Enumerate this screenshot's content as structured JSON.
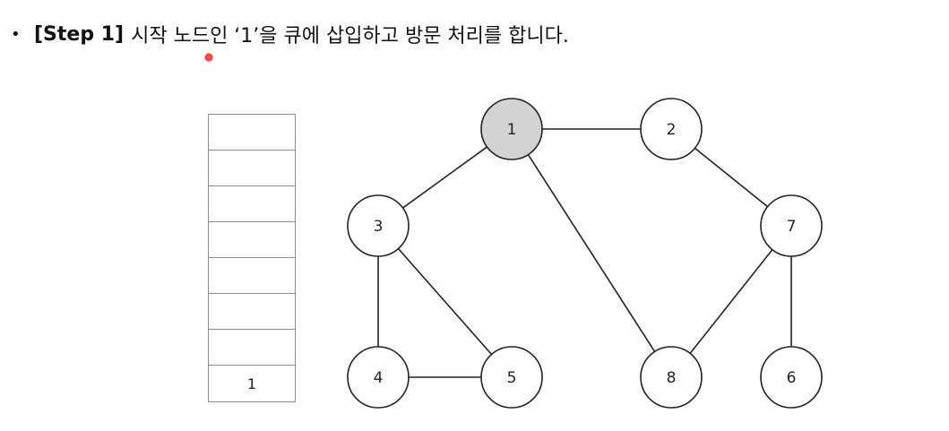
{
  "caption": {
    "bullet": "•",
    "step_tag": "[Step 1]",
    "text": "시작 노드인 ‘1’을 큐에 삽입하고 방문 처리를 합니다."
  },
  "queue": {
    "cells": [
      "",
      "",
      "",
      "",
      "",
      "",
      "",
      "1"
    ]
  },
  "graph": {
    "visited_fill": "#d3d3d3",
    "unvisited_fill": "#ffffff",
    "stroke_color": "#222222",
    "nodes": [
      {
        "id": "1",
        "label": "1",
        "visited": true
      },
      {
        "id": "2",
        "label": "2",
        "visited": false
      },
      {
        "id": "3",
        "label": "3",
        "visited": false
      },
      {
        "id": "4",
        "label": "4",
        "visited": false
      },
      {
        "id": "5",
        "label": "5",
        "visited": false
      },
      {
        "id": "6",
        "label": "6",
        "visited": false
      },
      {
        "id": "7",
        "label": "7",
        "visited": false
      },
      {
        "id": "8",
        "label": "8",
        "visited": false
      }
    ],
    "edges": [
      [
        "1",
        "2"
      ],
      [
        "1",
        "3"
      ],
      [
        "1",
        "8"
      ],
      [
        "2",
        "7"
      ],
      [
        "3",
        "4"
      ],
      [
        "3",
        "5"
      ],
      [
        "4",
        "5"
      ],
      [
        "7",
        "8"
      ],
      [
        "7",
        "6"
      ]
    ]
  }
}
